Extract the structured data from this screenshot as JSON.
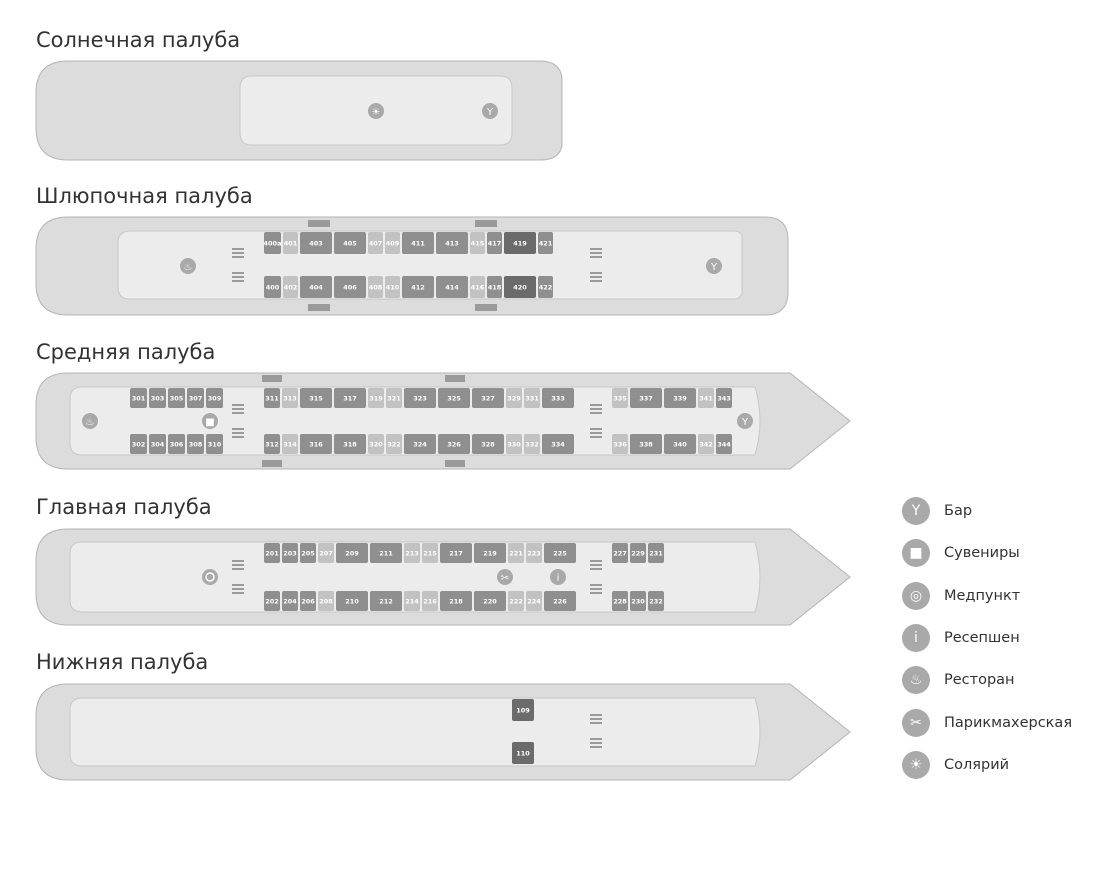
{
  "decks": [
    {
      "id": "sun",
      "title": "Солнечная палуба",
      "icons": [
        "sunbed-icon",
        "bar-icon"
      ]
    },
    {
      "id": "boat",
      "title": "Шлюпочная палуба",
      "top": [
        "400a",
        "401",
        "403",
        "405",
        "407",
        "409",
        "411",
        "413",
        "415",
        "417",
        "419",
        "421"
      ],
      "bottom": [
        "400",
        "402",
        "404",
        "406",
        "408",
        "410",
        "412",
        "414",
        "416",
        "418",
        "420",
        "422"
      ],
      "icons": [
        "restaurant-icon",
        "bar-icon"
      ]
    },
    {
      "id": "middle",
      "title": "Средняя палуба",
      "top": [
        "301",
        "303",
        "305",
        "307",
        "309",
        "311",
        "313",
        "315",
        "317",
        "319",
        "321",
        "323",
        "325",
        "327",
        "329",
        "331",
        "333",
        "335",
        "337",
        "339",
        "341",
        "343"
      ],
      "bottom": [
        "302",
        "304",
        "306",
        "308",
        "310",
        "312",
        "314",
        "316",
        "318",
        "320",
        "322",
        "324",
        "326",
        "328",
        "330",
        "332",
        "334",
        "336",
        "338",
        "340",
        "342",
        "344"
      ],
      "icons": [
        "restaurant-icon",
        "gift-icon",
        "bar-icon"
      ]
    },
    {
      "id": "main",
      "title": "Главная палуба",
      "top": [
        "201",
        "203",
        "205",
        "207",
        "209",
        "211",
        "213",
        "215",
        "217",
        "219",
        "221",
        "223",
        "225",
        "227",
        "229",
        "231"
      ],
      "bottom": [
        "202",
        "204",
        "206",
        "208",
        "210",
        "212",
        "214",
        "216",
        "218",
        "220",
        "222",
        "224",
        "226",
        "228",
        "230",
        "232"
      ],
      "icons": [
        "medical-icon",
        "barbershop-icon",
        "reception-icon"
      ]
    },
    {
      "id": "lower",
      "title": "Нижняя палуба",
      "top": [
        "109"
      ],
      "bottom": [
        "110"
      ]
    }
  ],
  "legend": [
    {
      "icon": "bar-icon",
      "glyph": "🍸",
      "label": "Бар"
    },
    {
      "icon": "gift-icon",
      "glyph": "🎁",
      "label": "Сувениры"
    },
    {
      "icon": "medical-icon",
      "glyph": "✚",
      "label": "Медпункт"
    },
    {
      "icon": "info-icon",
      "glyph": "ⓘ",
      "label": "Ресепшен"
    },
    {
      "icon": "restaurant-icon",
      "glyph": "🍴",
      "label": "Ресторан"
    },
    {
      "icon": "scissors-icon",
      "glyph": "✂",
      "label": "Парикмахерская"
    },
    {
      "icon": "sunbed-icon",
      "glyph": "☀",
      "label": "Солярий"
    }
  ],
  "colors": {
    "hull": "#dcdcdc",
    "hull_stroke": "#b5b5b5",
    "inner": "#ececec",
    "cabin": "#8f8f8f",
    "cabin_light": "#c2c2c2",
    "cabin_dark": "#6b6b6b",
    "icon": "#a9a9a9"
  }
}
